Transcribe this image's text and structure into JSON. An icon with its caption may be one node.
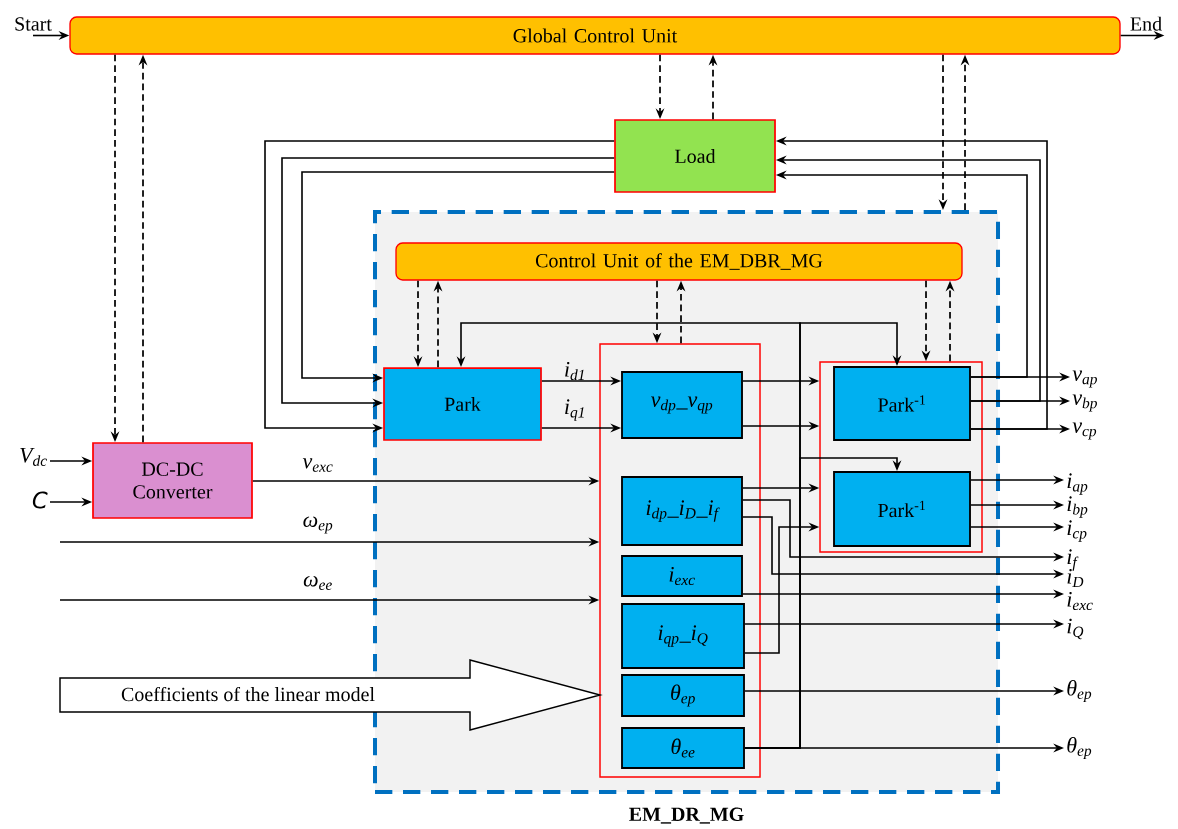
{
  "diagram": {
    "nodes": [
      {
        "text": [
          "Global Control Unit"
        ]
      },
      {
        "text": [
          "Load"
        ]
      },
      {
        "text": [
          "EM_DR_MG"
        ]
      },
      {
        "text": [
          "Control Unit of the EM_DBR_MG"
        ],
        "in": 2
      },
      {
        "text": [
          "Park"
        ],
        "in": 2
      },
      {
        "text": [],
        "shape": "box",
        "in": 2
      },
      {
        "text": [
          "v$_{dp}$_v$_{qp}$"
        ],
        "in": 5
      },
      {
        "text": [
          "i$_{dp}$_i$_{D}$_i$_{f}$"
        ],
        "in": 5
      },
      {
        "text": [
          "i$_{exc}$"
        ],
        "in": 5
      },
      {
        "text": [
          "i$_{qp}$_i$_{Q}$"
        ],
        "in": 5
      },
      {
        "text": [
          "θ$_{ep}$"
        ],
        "in": 5
      },
      {
        "text": [
          "θ$_{ee}$"
        ],
        "in": 5
      },
      {
        "text": [],
        "shape": "box",
        "in": 2
      },
      {
        "text": [
          "Park$^{-1}$"
        ],
        "in": 12
      },
      {
        "text": [
          "Park$^{-1}$"
        ],
        "in": 12
      },
      {
        "text": [
          "DC-DC Converter"
        ]
      },
      {
        "text": [
          "Coefficients of the linear model"
        ]
      },
      {
        "text": [
          "Start"
        ]
      },
      {
        "text": [
          "End"
        ]
      },
      {
        "text": [
          "V$_{dc}$"
        ]
      },
      {
        "text": [
          "C"
        ]
      },
      {
        "text": [
          "v$_{ap}$"
        ]
      },
      {
        "text": [
          "v$_{bp}$"
        ]
      },
      {
        "text": [
          "v$_{cp}$"
        ]
      },
      {
        "text": [
          "i$_{ap}$"
        ]
      },
      {
        "text": [
          "i$_{bp}$"
        ]
      },
      {
        "text": [
          "i$_{cp}$"
        ]
      },
      {
        "text": [
          "i$_{f}$"
        ]
      },
      {
        "text": [
          "i$_{D}$"
        ]
      },
      {
        "text": [
          "i$_{exc}$"
        ]
      },
      {
        "text": [
          "i$_{Q}$"
        ]
      },
      {
        "text": [
          "θ$_{ep}$"
        ]
      },
      {
        "text": [
          "θ$_{ep}$"
        ]
      }
    ],
    "edges": [
      {
        "from": 17,
        "to": 0,
        "arrow": "to"
      },
      {
        "from": 0,
        "to": 18,
        "arrow": "to"
      },
      {
        "from": 0,
        "to": 15,
        "arrow": "to",
        "style": "dashed"
      },
      {
        "from": 15,
        "to": 0,
        "arrow": "to",
        "style": "dashed"
      },
      {
        "from": 0,
        "to": 1,
        "arrow": "to",
        "style": "dashed"
      },
      {
        "from": 1,
        "to": 0,
        "arrow": "to",
        "style": "dashed"
      },
      {
        "from": 0,
        "to": 2,
        "arrow": "to",
        "style": "dashed"
      },
      {
        "from": 2,
        "to": 0,
        "arrow": "to",
        "style": "dashed"
      },
      {
        "from": 1,
        "to": 4,
        "arrow": "to"
      },
      {
        "from": 1,
        "to": 4,
        "arrow": "to"
      },
      {
        "from": 1,
        "to": 4,
        "arrow": "to"
      },
      {
        "from": 13,
        "to": 1,
        "arrow": "to"
      },
      {
        "from": 13,
        "to": 1,
        "arrow": "to"
      },
      {
        "from": 13,
        "to": 1,
        "arrow": "to"
      },
      {
        "from": 3,
        "to": 4,
        "arrow": "to",
        "style": "dashed"
      },
      {
        "from": 4,
        "to": 3,
        "arrow": "to",
        "style": "dashed"
      },
      {
        "from": 3,
        "to": 5,
        "arrow": "to",
        "style": "dashed"
      },
      {
        "from": 5,
        "to": 3,
        "arrow": "to",
        "style": "dashed"
      },
      {
        "from": 3,
        "to": 12,
        "arrow": "to",
        "style": "dashed"
      },
      {
        "from": 12,
        "to": 3,
        "arrow": "to",
        "style": "dashed"
      },
      {
        "from": 4,
        "to": 6,
        "arrow": "to",
        "label": "i$_{d1}$"
      },
      {
        "from": 4,
        "to": 6,
        "arrow": "to",
        "label": "i$_{q1}$"
      },
      {
        "from": 15,
        "to": 5,
        "arrow": "to",
        "label": "v$_{exc}$"
      },
      {
        "from": null,
        "to": 5,
        "arrow": "to",
        "label": "ω$_{ep}$"
      },
      {
        "from": null,
        "to": 5,
        "arrow": "to",
        "label": "ω$_{ee}$"
      },
      {
        "from": 6,
        "to": 12,
        "arrow": "to"
      },
      {
        "from": 6,
        "to": 12,
        "arrow": "to"
      },
      {
        "from": 7,
        "to": 12,
        "arrow": "to"
      },
      {
        "from": 9,
        "to": 12,
        "arrow": "to"
      },
      {
        "from": 7,
        "to": 27,
        "arrow": "to"
      },
      {
        "from": 7,
        "to": 28,
        "arrow": "to"
      },
      {
        "from": 8,
        "to": 29,
        "arrow": "to"
      },
      {
        "from": 9,
        "to": 30,
        "arrow": "to"
      },
      {
        "from": 10,
        "to": 31,
        "arrow": "to"
      },
      {
        "from": 11,
        "to": 32,
        "arrow": "to"
      },
      {
        "from": 11,
        "to": 4,
        "arrow": "to"
      },
      {
        "from": 11,
        "to": 13,
        "arrow": "to"
      },
      {
        "from": 11,
        "to": 14,
        "arrow": "to"
      },
      {
        "from": 13,
        "to": 21,
        "arrow": "to"
      },
      {
        "from": 13,
        "to": 22,
        "arrow": "to"
      },
      {
        "from": 13,
        "to": 23,
        "arrow": "to"
      },
      {
        "from": 14,
        "to": 24,
        "arrow": "to"
      },
      {
        "from": 14,
        "to": 25,
        "arrow": "to"
      },
      {
        "from": 14,
        "to": 26,
        "arrow": "to"
      },
      {
        "from": 19,
        "to": 15,
        "arrow": "to"
      },
      {
        "from": 20,
        "to": 15,
        "arrow": "to"
      }
    ]
  }
}
